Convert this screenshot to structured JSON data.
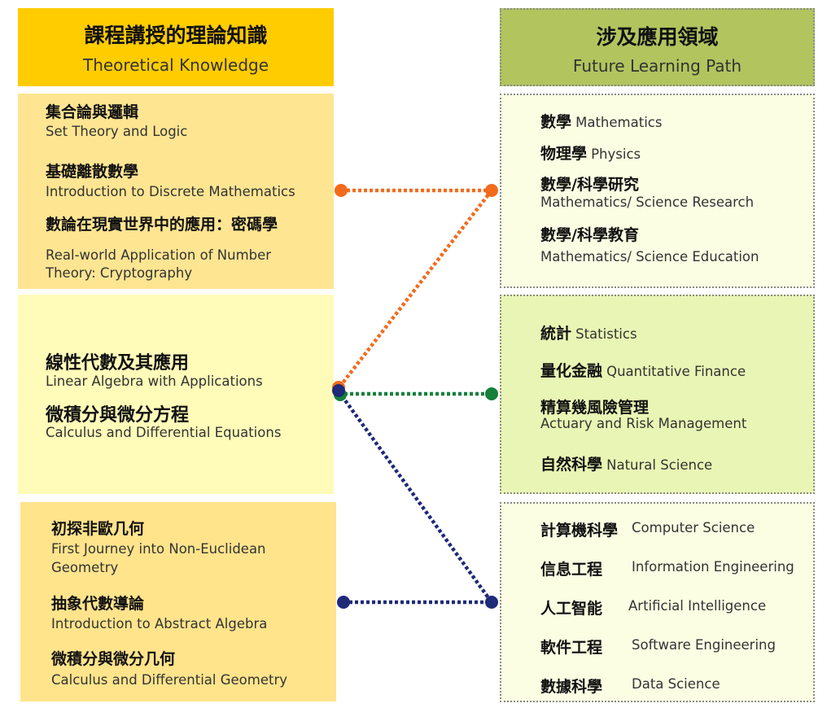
{
  "left_header": {
    "zh": "課程講授的理論知識",
    "en": "Theoretical Knowledge"
  },
  "right_header": {
    "zh": "涉及應用領域",
    "en": "Future Learning Path"
  },
  "left_groups": [
    {
      "items": [
        {
          "zh": "集合論與邏輯",
          "en": "Set Theory and Logic"
        },
        {
          "zh": "基礎離散數學",
          "en": "Introduction to Discrete Mathematics"
        },
        {
          "zh": "數論在現實世界中的應用：密碼學",
          "en1": "Real-world Application of Number",
          "en2": "Theory: Cryptography"
        }
      ]
    },
    {
      "items": [
        {
          "zh": "線性代數及其應用",
          "en": "Linear Algebra with Applications"
        },
        {
          "zh": "微積分與微分方程",
          "en": "Calculus and Differential Equations"
        }
      ]
    },
    {
      "items": [
        {
          "zh": "初探非歐几何",
          "en1": "First Journey into Non-Euclidean",
          "en2": "Geometry"
        },
        {
          "zh": "抽象代數導論",
          "en": "Introduction to Abstract Algebra"
        },
        {
          "zh": "微積分與微分几何",
          "en": "Calculus and Differential Geometry"
        }
      ]
    }
  ],
  "right_groups": [
    {
      "items": [
        {
          "zh": "數學",
          "en": "Mathematics"
        },
        {
          "zh": "物理學",
          "en": "Physics"
        },
        {
          "zh": "數學/科學研究",
          "en": "Mathematics/ Science Research"
        },
        {
          "zh": "數學/科學教育",
          "en": "Mathematics/ Science Education"
        }
      ]
    },
    {
      "items": [
        {
          "zh": "統計",
          "en": "Statistics"
        },
        {
          "zh": "量化金融",
          "en": "Quantitative Finance"
        },
        {
          "zh": "精算幾風險管理",
          "en": "Actuary and Risk Management"
        },
        {
          "zh": "自然科學",
          "en": "Natural Science"
        }
      ]
    },
    {
      "items": [
        {
          "zh": "計算機科學",
          "en": "Computer Science"
        },
        {
          "zh": "信息工程",
          "en": "Information Engineering"
        },
        {
          "zh": "人工智能",
          "en": "Artificial Intelligence"
        },
        {
          "zh": "軟件工程",
          "en": "Software Engineering"
        },
        {
          "zh": "數據科學",
          "en": "Data Science"
        }
      ]
    }
  ],
  "colors": {
    "orange": "#F26B1D",
    "green": "#157F3B",
    "navy": "#1F2A78"
  }
}
